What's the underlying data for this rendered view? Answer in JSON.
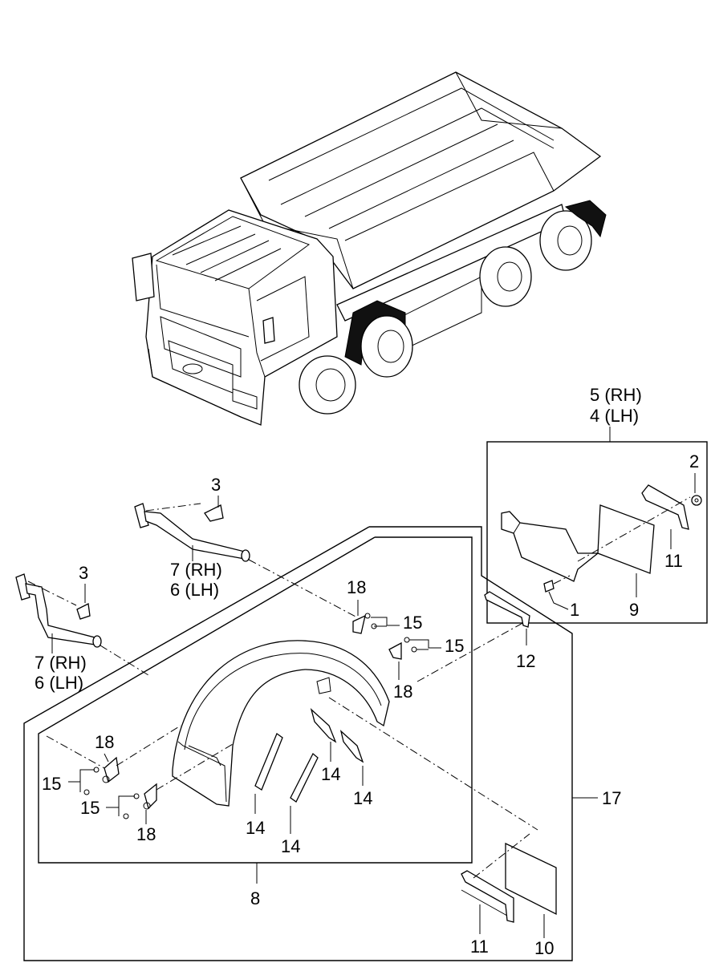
{
  "callouts": {
    "c1": "1",
    "c2": "2",
    "c3a": "3",
    "c3b": "3",
    "c5": "5 (RH)",
    "c4": "4 (LH)",
    "c7a": "7 (RH)",
    "c6a": "6 (LH)",
    "c7b": "7 (RH)",
    "c6b": "6 (LH)",
    "c8": "8",
    "c9": "9",
    "c10": "10",
    "c11a": "11",
    "c11b": "11",
    "c12": "12",
    "c14a": "14",
    "c14b": "14",
    "c14c": "14",
    "c14d": "14",
    "c15a": "15",
    "c15b": "15",
    "c15c": "15",
    "c15d": "15",
    "c17": "17",
    "c18a": "18",
    "c18b": "18",
    "c18c": "18",
    "c18d": "18"
  }
}
